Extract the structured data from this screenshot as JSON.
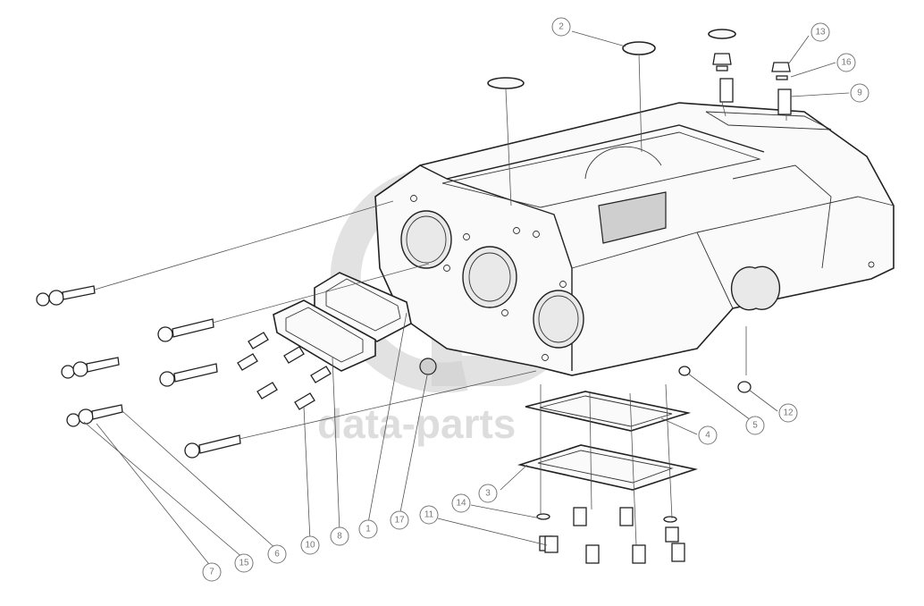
{
  "watermark": {
    "text": "data-parts"
  },
  "callouts": [
    {
      "label": "1"
    },
    {
      "label": "2"
    },
    {
      "label": "3"
    },
    {
      "label": "4"
    },
    {
      "label": "5"
    },
    {
      "label": "6"
    },
    {
      "label": "7"
    },
    {
      "label": "8"
    },
    {
      "label": "9"
    },
    {
      "label": "10"
    },
    {
      "label": "11"
    },
    {
      "label": "12"
    },
    {
      "label": "13"
    },
    {
      "label": "14"
    },
    {
      "label": "15"
    },
    {
      "label": "16"
    },
    {
      "label": "17"
    }
  ]
}
